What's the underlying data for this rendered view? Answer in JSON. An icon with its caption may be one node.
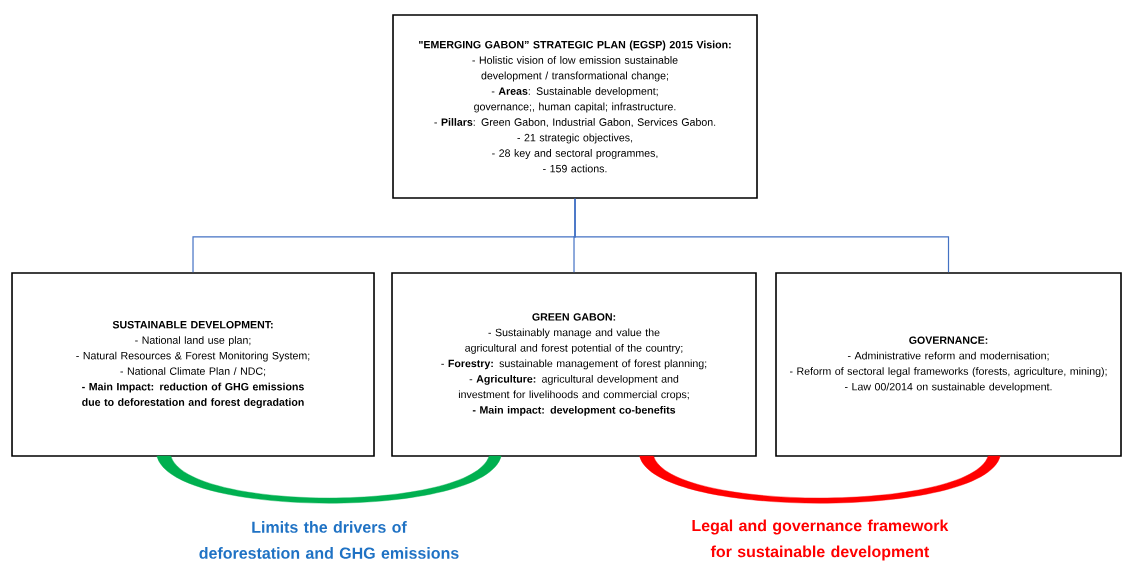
{
  "diagram": {
    "nodes": [
      {
        "text": [
          "\"EMERGING GABON” STRATEGIC PLAN (EGSP) 2015 Vision:",
          "- Holistic vision of low emission sustainable development / transformational change;",
          "- **Areas**: Sustainable development; governance;, human capital; infrastructure.",
          "- **Pillars**: Green Gabon, Industrial Gabon, Services Gabon.",
          "- 21 strategic objectives,",
          "- 28 key and sectoral programmes,",
          "- 159 actions."
        ]
      },
      {
        "text": [
          "SUSTAINABLE DEVELOPMENT:",
          "- National land use plan;",
          "- Natural Resources & Forest Monitoring System;",
          "- National Climate Plan / NDC;",
          "**- Main Impact: reduction of GHG emissions due to deforestation and forest degradation**"
        ]
      },
      {
        "text": [
          "GREEN GABON:",
          "- Sustainably manage and value the agricultural and forest potential of the country;",
          "- **Forestry:** sustainable management of forest planning;",
          "- **Agriculture:** agricultural development and investment for livelihoods and commercial crops;",
          "**- Main impact: development co-benefits**"
        ]
      },
      {
        "text": [
          "GOVERNANCE:",
          "- Administrative reform and modernisation;",
          "- Reform of sectoral legal frameworks (forests, agriculture, mining);",
          "- Law 00/2014 on sustainable development."
        ]
      }
    ],
    "edges": [
      {
        "from": 0,
        "to": 1,
        "arrow": "none",
        "color": "#4472c4"
      },
      {
        "from": 0,
        "to": 2,
        "arrow": "none",
        "color": "#4472c4"
      },
      {
        "from": 0,
        "to": 3,
        "arrow": "none",
        "color": "#4472c4"
      },
      {
        "from": 1,
        "to": 2,
        "arrow": "none",
        "style": "thick",
        "color": "#00b050",
        "label": "Limits the drivers of deforestation and GHG emissions"
      },
      {
        "from": 2,
        "to": 3,
        "arrow": "none",
        "style": "thick",
        "color": "#ff0000",
        "label": "Legal and governance framework for sustainable development"
      }
    ]
  }
}
